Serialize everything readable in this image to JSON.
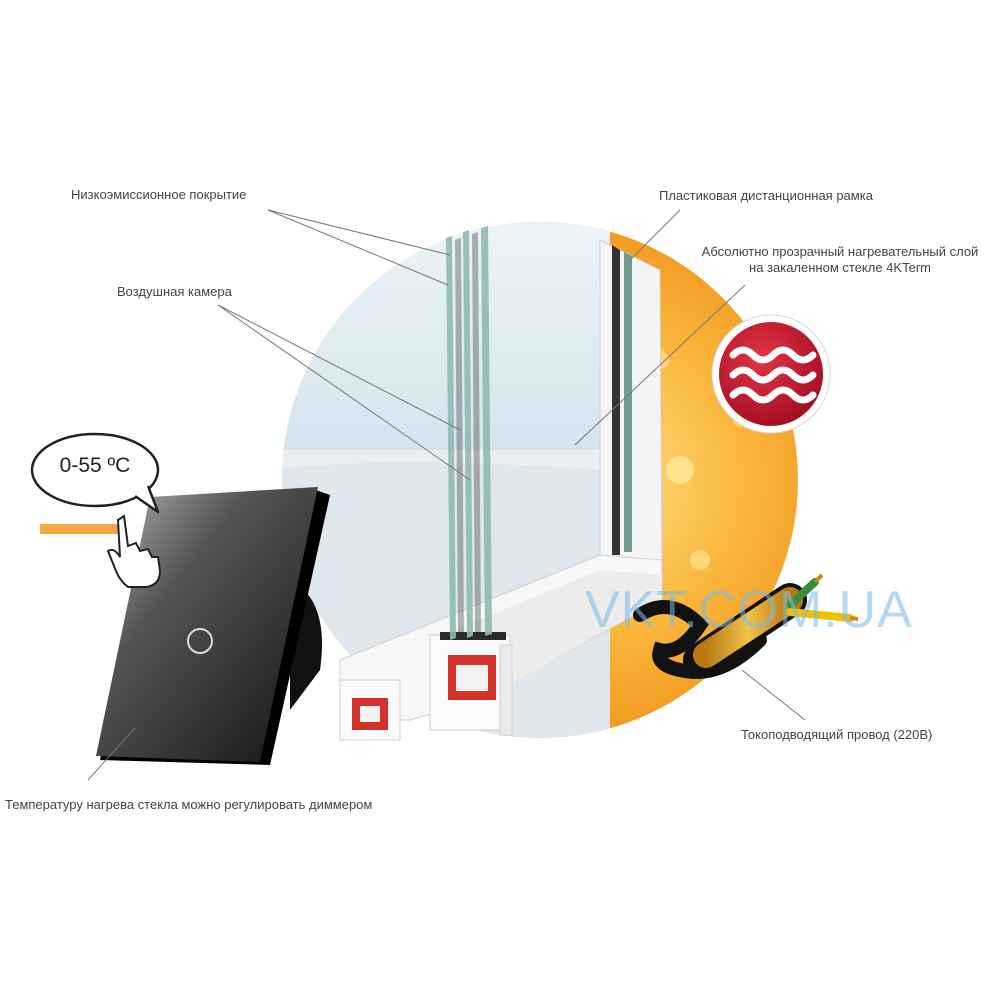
{
  "labels": {
    "low_e": "Низкоэмиссионное покрытие",
    "air": "Воздушная камера",
    "spacer": "Пластиковая дистанционная рамка",
    "heating_l1": "Абсолютно прозрачный нагревательный слой",
    "heating_l2": "на закаленном стекле 4KTerm",
    "wire": "Токоподводящий провод (220В)",
    "dimmer": "Температуру нагрева стекла можно регулировать диммером"
  },
  "temperature": "0-55 ºC",
  "watermark": "VKT.COM.UA",
  "icons": {
    "heat": "heat-waves-icon",
    "hand": "pointing-hand-icon"
  },
  "colors": {
    "orange": "#f29a1f",
    "heat_red": "#c8102e",
    "glass": "#8fb9b0",
    "switch_black": "#1a1a1a"
  }
}
